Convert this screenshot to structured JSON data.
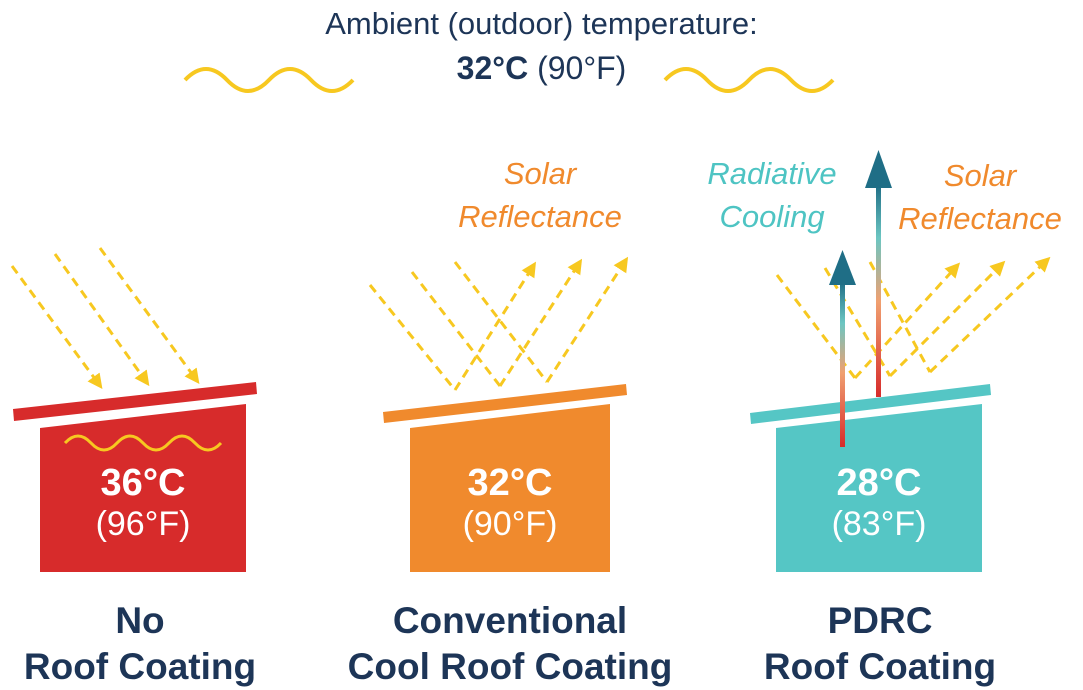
{
  "header": {
    "line1": "Ambient (outdoor) temperature:",
    "temp_c": "32°C",
    "temp_f": "(90°F)"
  },
  "colors": {
    "red": "#d72b2b",
    "orange": "#f08a2d",
    "teal": "#55c6c5",
    "yellow": "#f7c820",
    "navy": "#1d3557"
  },
  "panels": [
    {
      "temp_c": "36°C",
      "temp_f": "(96°F)",
      "caption_line1": "No",
      "caption_line2": "Roof Coating"
    },
    {
      "temp_c": "32°C",
      "temp_f": "(90°F)",
      "caption_line1": "Conventional",
      "caption_line2": "Cool Roof Coating",
      "effect_line1": "Solar",
      "effect_line2": "Reflectance"
    },
    {
      "temp_c": "28°C",
      "temp_f": "(83°F)",
      "caption_line1": "PDRC",
      "caption_line2": "Roof Coating",
      "effect_a_line1": "Radiative",
      "effect_a_line2": "Cooling",
      "effect_b_line1": "Solar",
      "effect_b_line2": "Reflectance"
    }
  ]
}
